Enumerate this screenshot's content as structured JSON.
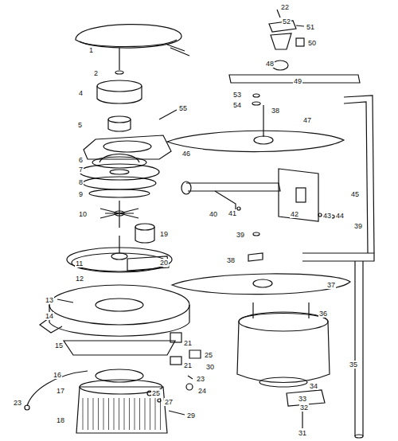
{
  "diagram": {
    "labels": [
      "1",
      "2",
      "4",
      "5",
      "55",
      "46",
      "6",
      "7",
      "8",
      "9",
      "10",
      "19",
      "20",
      "11",
      "12",
      "13",
      "14",
      "15",
      "21",
      "25",
      "21",
      "23",
      "24",
      "25",
      "27",
      "16",
      "23",
      "17",
      "18",
      "29",
      "22",
      "52",
      "51",
      "50",
      "48",
      "49",
      "53",
      "54",
      "38",
      "47",
      "40",
      "41",
      "42",
      "43",
      "44",
      "39",
      "38",
      "45",
      "39",
      "37",
      "36",
      "30",
      "35",
      "34",
      "33",
      "32",
      "31"
    ]
  }
}
